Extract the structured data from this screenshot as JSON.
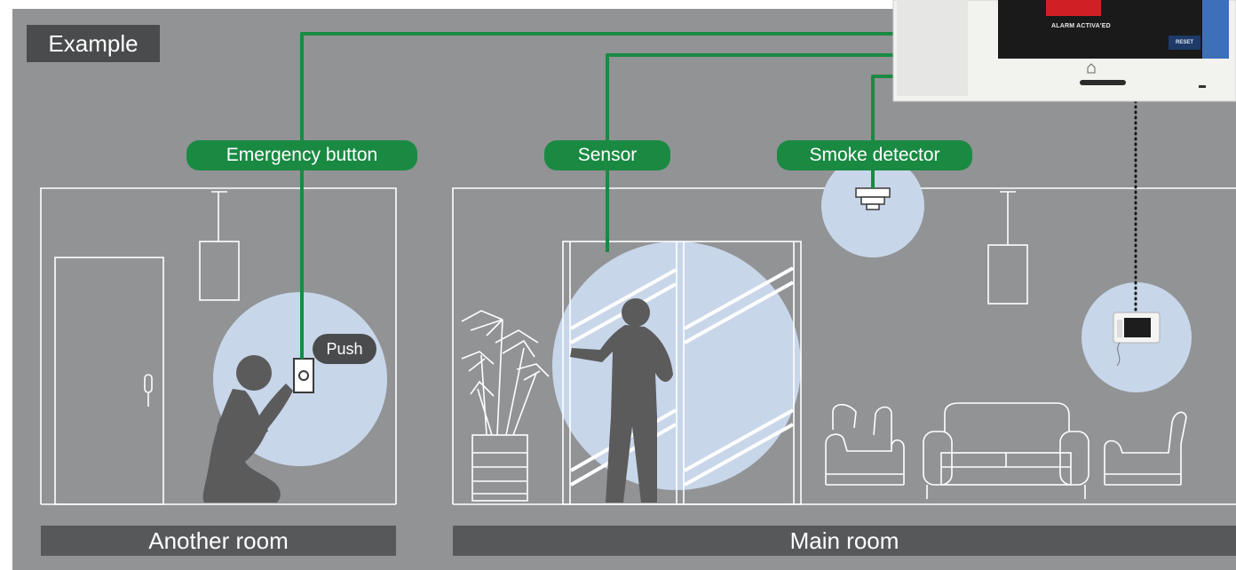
{
  "example_tag": "Example",
  "pills": {
    "emergency": "Emergency button",
    "sensor": "Sensor",
    "smoke": "Smoke detector"
  },
  "bubble": {
    "push": "Push"
  },
  "rooms": {
    "another": "Another room",
    "main": "Main room"
  },
  "panel": {
    "alarm_text": "ALARM ACTIVA'ED",
    "reset_label": "RESET"
  },
  "colors": {
    "background": "#929395",
    "wire": "#1a8a43",
    "pill": "#1a8a43",
    "label_bg": "#57585a",
    "halo": "#c8d6ea",
    "silhouette": "#5b5b5c",
    "line_art": "#ffffff"
  }
}
